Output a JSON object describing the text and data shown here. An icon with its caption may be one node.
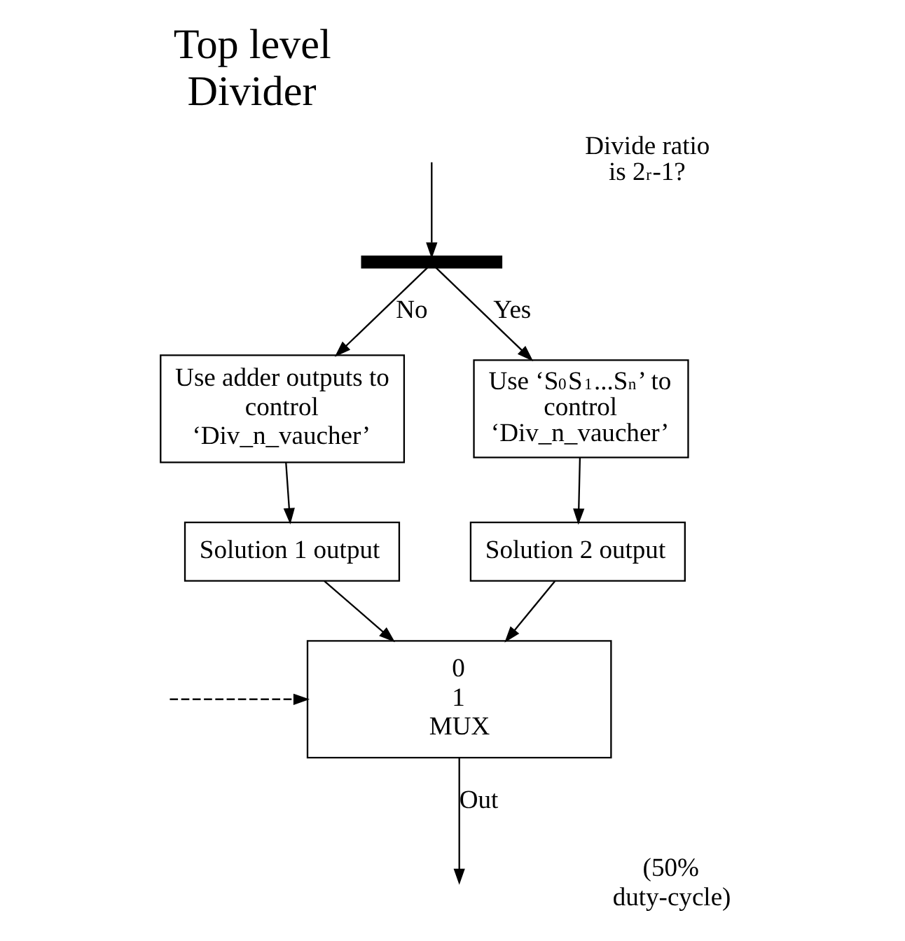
{
  "diagram": {
    "title": "Top level Divider",
    "nodes": [
      {
        "text": [],
        "shape": "bar"
      },
      {
        "text": [
          "Use adder outputs to control ‘Div_n_vaucher’"
        ]
      },
      {
        "text": [
          "Use ‘S$_{0}$S$_{1}$...S$_{n}$’ to control ‘Div_n_vaucher’"
        ]
      },
      {
        "text": [
          "Solution 1 output"
        ]
      },
      {
        "text": [
          "Solution 2 output"
        ]
      },
      {
        "text": [
          "0",
          "1",
          "MUX"
        ]
      }
    ],
    "edges": [
      {
        "from": null,
        "to": 0,
        "arrow": "to"
      },
      {
        "from": 0,
        "to": 1,
        "arrow": "to",
        "label": "No"
      },
      {
        "from": 0,
        "to": 2,
        "arrow": "to",
        "label": "Yes"
      },
      {
        "from": 1,
        "to": 3,
        "arrow": "to"
      },
      {
        "from": 2,
        "to": 4,
        "arrow": "to"
      },
      {
        "from": 3,
        "to": 5,
        "arrow": "to"
      },
      {
        "from": 4,
        "to": 5,
        "arrow": "to"
      },
      {
        "from": null,
        "to": 5,
        "arrow": "to",
        "style": "dashed"
      },
      {
        "from": 5,
        "to": null,
        "arrow": "to",
        "label": "Out"
      }
    ],
    "labels": [
      "Divide ratio is 2$^{r}$-1?",
      "(50% duty-cycle)"
    ]
  }
}
